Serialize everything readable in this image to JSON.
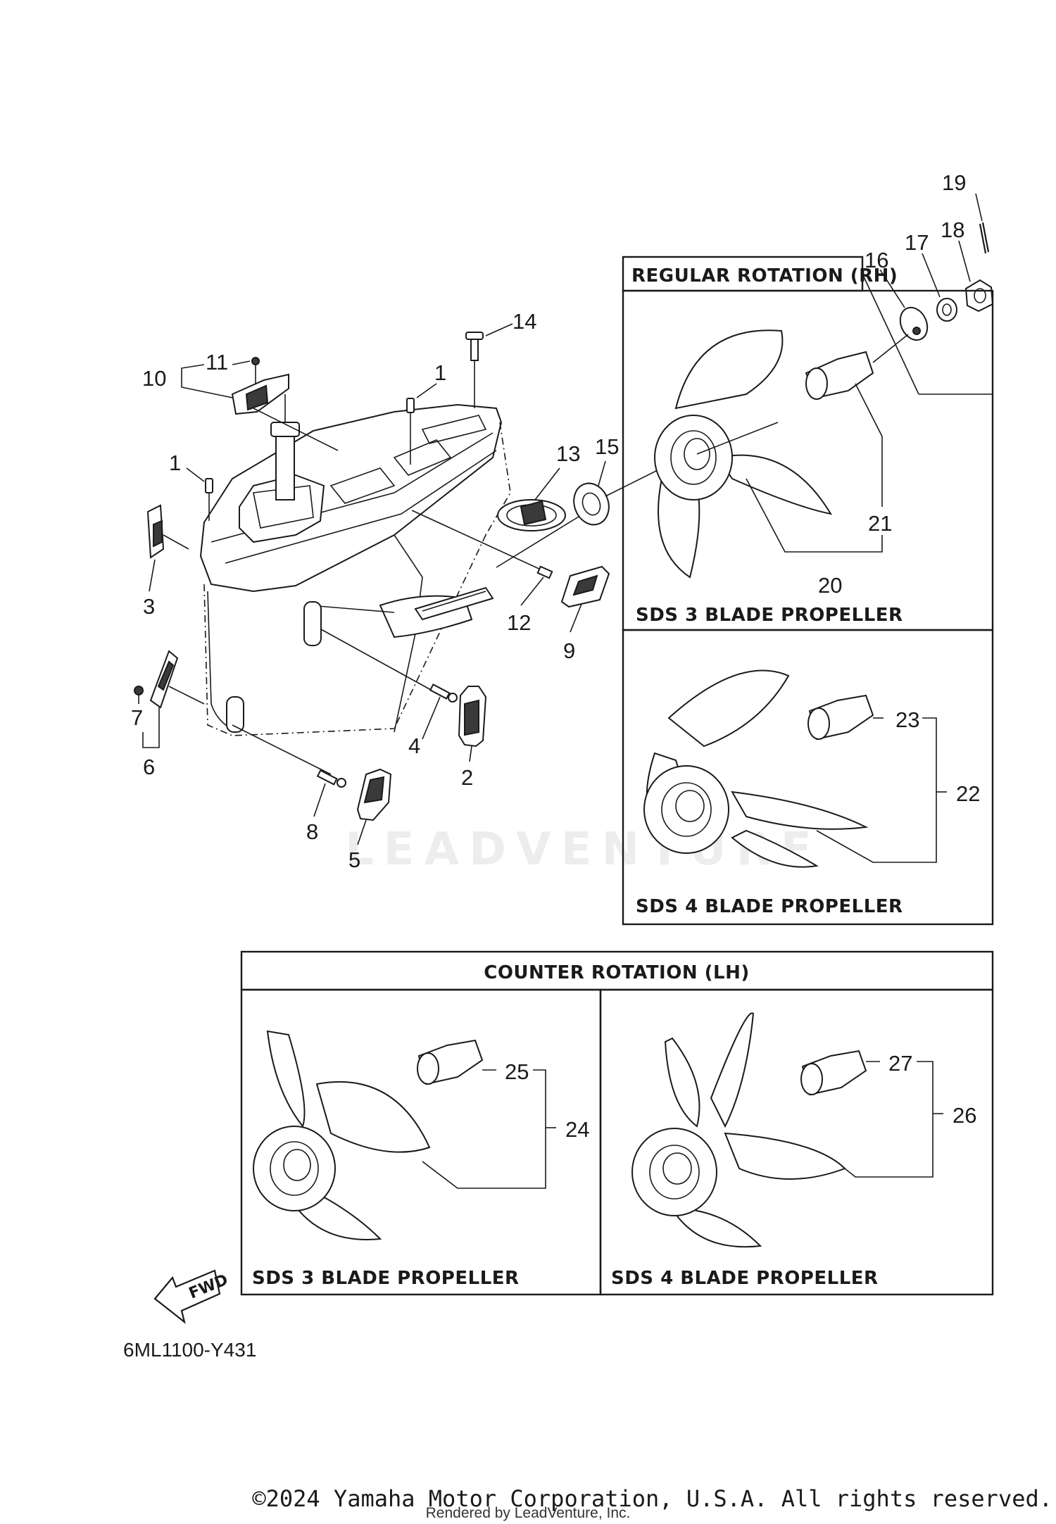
{
  "callouts": {
    "c1a": "1",
    "c1b": "1",
    "c2": "2",
    "c3": "3",
    "c4": "4",
    "c5": "5",
    "c6": "6",
    "c7": "7",
    "c8": "8",
    "c9": "9",
    "c10": "10",
    "c11": "11",
    "c12": "12",
    "c13": "13",
    "c14": "14",
    "c15": "15",
    "c16": "16",
    "c17": "17",
    "c18": "18",
    "c19": "19",
    "c20": "20",
    "c21": "21",
    "c22": "22",
    "c23": "23",
    "c24": "24",
    "c25": "25",
    "c26": "26",
    "c27": "27"
  },
  "regular_rotation": {
    "title": "REGULAR ROTATION (RH)",
    "panel_3blade": "SDS 3 BLADE PROPELLER",
    "panel_4blade": "SDS 4 BLADE PROPELLER"
  },
  "counter_rotation": {
    "title": "COUNTER ROTATION (LH)",
    "panel_3blade": "SDS 3 BLADE PROPELLER",
    "panel_4blade": "SDS 4 BLADE PROPELLER"
  },
  "fwd_label": "FWD",
  "diagram_code": "6ML1100-Y431",
  "watermark": "LEADVENTURE",
  "footer": {
    "copyright": "©2024 Yamaha Motor Corporation, U.S.A. All rights reserved.",
    "rendered_by": "Rendered by LeadVenture, Inc."
  }
}
